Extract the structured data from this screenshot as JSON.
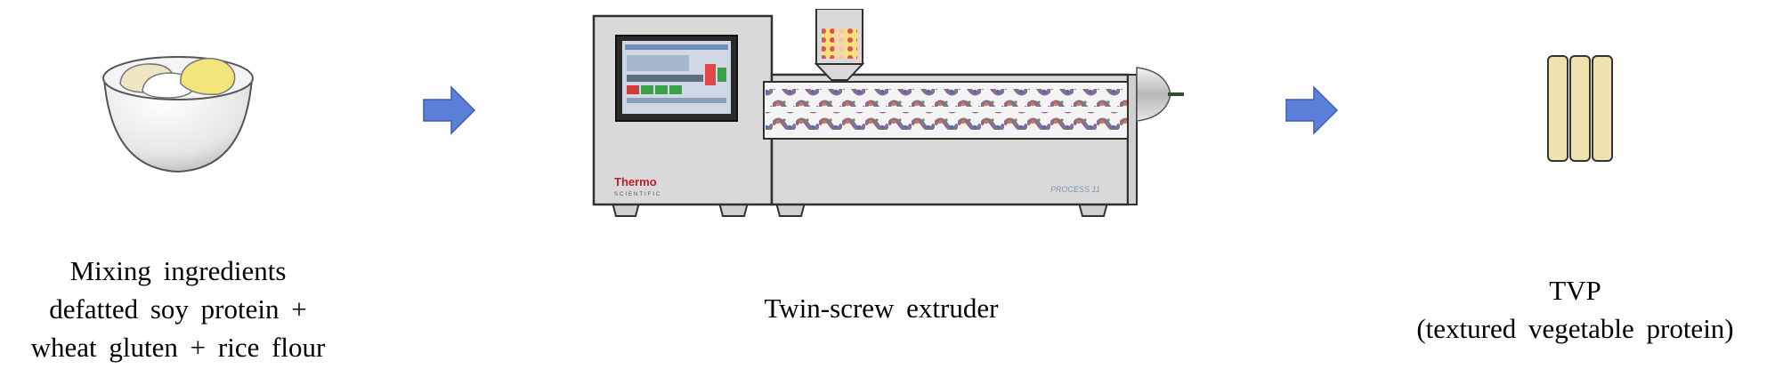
{
  "steps": [
    {
      "id": "mixing",
      "caption_lines": [
        "Mixing ingredients",
        "defatted soy protein +",
        "wheat gluten + rice flour"
      ]
    },
    {
      "id": "extruder",
      "caption_lines": [
        "Twin-screw extruder"
      ],
      "brand_line1": "Thermo",
      "brand_line2": "SCIENTIFIC",
      "model_label": "PROCESS 11"
    },
    {
      "id": "tvp",
      "caption_lines": [
        "TVP",
        "(textured vegetable protein)"
      ]
    }
  ],
  "colors": {
    "arrow": "#5b7fd9",
    "arrow_edge": "#3b5fae",
    "machine_body": "#d9d9d9",
    "machine_edge": "#303030",
    "bowl_ingredient_yellow": "#f3e57a",
    "bowl_ingredient_cream": "#eee6c2",
    "tvp_stick": "#efe2ae",
    "brand_red": "#c0202a"
  }
}
